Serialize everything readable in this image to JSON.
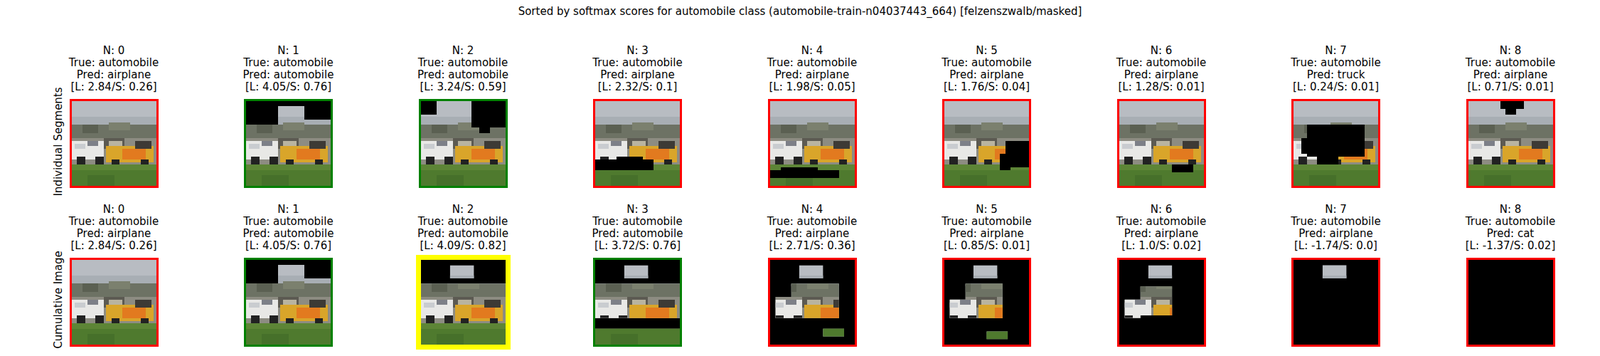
{
  "diagram": {
    "title": "Sorted by softmax scores for automobile class (automobile-train-n04037443_664) [felzenszwalb/masked]",
    "nodes": [
      {
        "text": [
          "N: 0",
          "True: automobile",
          "Pred: airplane",
          "[L: 2.84/S: 0.26]"
        ]
      },
      {
        "text": [
          "N: 1",
          "True: automobile",
          "Pred: automobile",
          "[L: 4.05/S: 0.76]"
        ]
      },
      {
        "text": [
          "N: 2",
          "True: automobile",
          "Pred: automobile",
          "[L: 3.24/S: 0.59]"
        ]
      },
      {
        "text": [
          "N: 3",
          "True: automobile",
          "Pred: airplane",
          "[L: 2.32/S: 0.1]"
        ]
      },
      {
        "text": [
          "N: 4",
          "True: automobile",
          "Pred: airplane",
          "[L: 1.98/S: 0.05]"
        ]
      },
      {
        "text": [
          "N: 5",
          "True: automobile",
          "Pred: airplane",
          "[L: 1.76/S: 0.04]"
        ]
      },
      {
        "text": [
          "N: 6",
          "True: automobile",
          "Pred: airplane",
          "[L: 1.28/S: 0.01]"
        ]
      },
      {
        "text": [
          "N: 7",
          "True: automobile",
          "Pred: truck",
          "[L: 0.24/S: 0.01]"
        ]
      },
      {
        "text": [
          "N: 8",
          "True: automobile",
          "Pred: airplane",
          "[L: 0.71/S: 0.01]"
        ]
      },
      {
        "text": [
          "N: 0",
          "True: automobile",
          "Pred: airplane",
          "[L: 2.84/S: 0.26]"
        ]
      },
      {
        "text": [
          "N: 1",
          "True: automobile",
          "Pred: automobile",
          "[L: 4.05/S: 0.76]"
        ]
      },
      {
        "text": [
          "N: 2",
          "True: automobile",
          "Pred: automobile",
          "[L: 4.09/S: 0.82]"
        ]
      },
      {
        "text": [
          "N: 3",
          "True: automobile",
          "Pred: automobile",
          "[L: 3.72/S: 0.76]"
        ]
      },
      {
        "text": [
          "N: 4",
          "True: automobile",
          "Pred: airplane",
          "[L: 2.71/S: 0.36]"
        ]
      },
      {
        "text": [
          "N: 5",
          "True: automobile",
          "Pred: airplane",
          "[L: 0.85/S: 0.01]"
        ]
      },
      {
        "text": [
          "N: 6",
          "True: automobile",
          "Pred: airplane",
          "[L: 1.0/S: 0.02]"
        ]
      },
      {
        "text": [
          "N: 7",
          "True: automobile",
          "Pred: airplane",
          "[L: -1.74/S: 0.0]"
        ]
      },
      {
        "text": [
          "N: 8",
          "True: automobile",
          "Pred: cat",
          "[L: -1.37/S: 0.02]"
        ]
      }
    ],
    "labels": [
      "Individual Segments",
      "Cumulative Image"
    ]
  }
}
